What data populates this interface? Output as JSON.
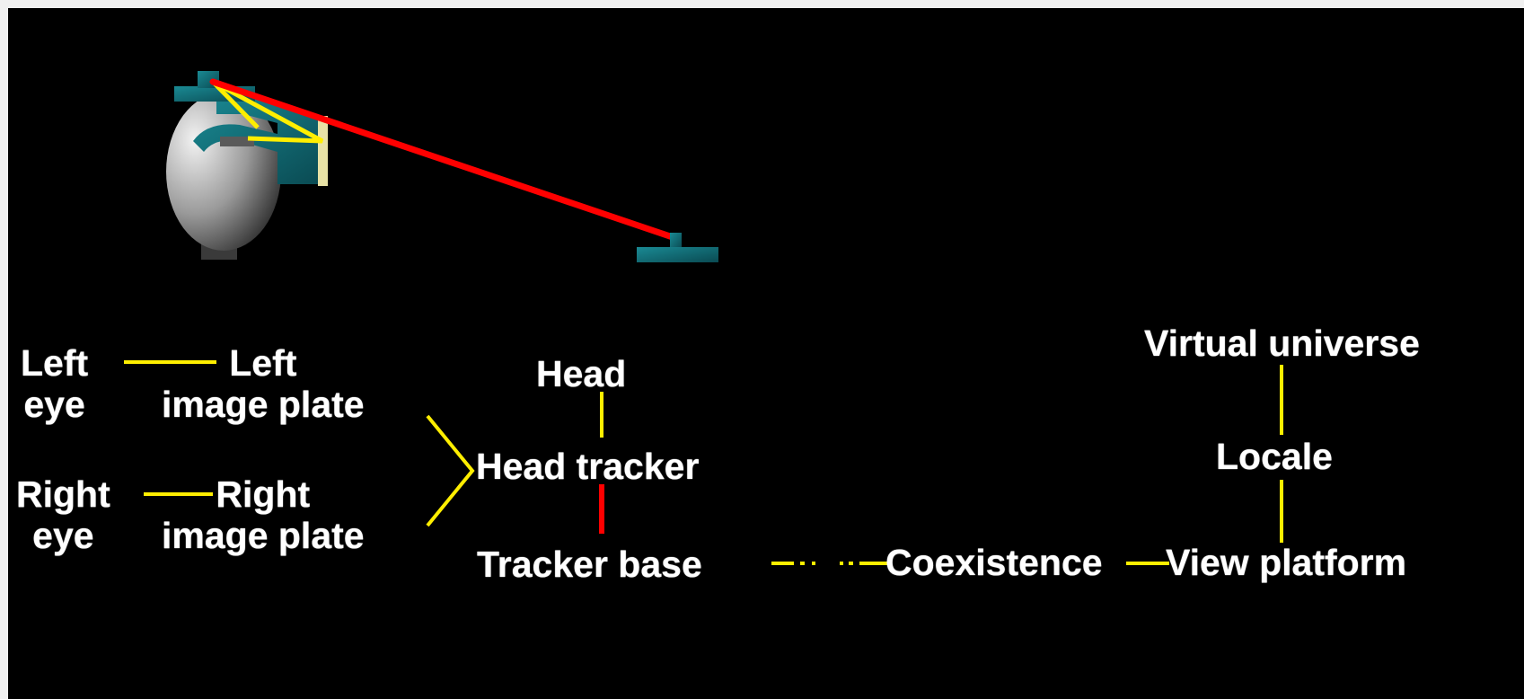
{
  "colors": {
    "background": "#000000",
    "text": "#ffffff",
    "connector_yellow": "#ffee00",
    "tracking_red": "#ff0000",
    "device_teal": "#0e6f78",
    "screen_cream": "#e8e2a6"
  },
  "nodes": {
    "left_eye": [
      "Left",
      "eye"
    ],
    "left_image_plate": [
      "Left",
      "image plate"
    ],
    "right_eye": [
      "Right",
      "eye"
    ],
    "right_image_plate": [
      "Right",
      "image plate"
    ],
    "head": "Head",
    "head_tracker": "Head tracker",
    "tracker_base": "Tracker base",
    "coexistence": "Coexistence",
    "view_platform": "View platform",
    "locale": "Locale",
    "virtual_universe": "Virtual universe"
  },
  "illustration": {
    "head_icon": "head-profile-with-hmd",
    "base_icon": "tracker-base-stand"
  }
}
